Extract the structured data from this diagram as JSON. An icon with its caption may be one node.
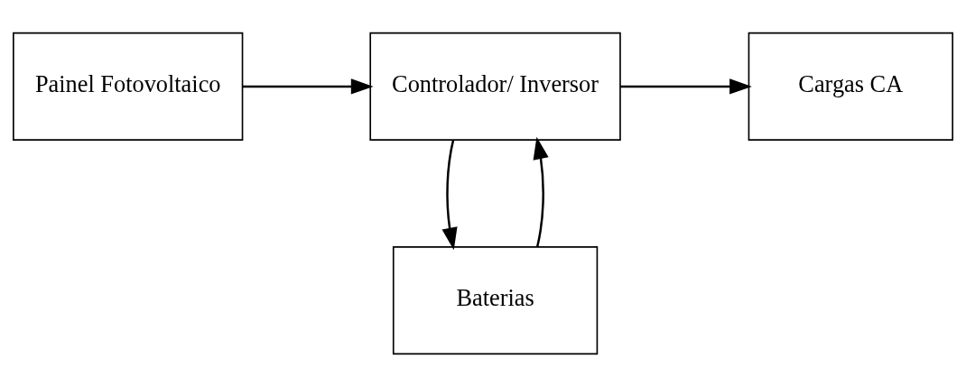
{
  "diagram": {
    "nodes": [
      {
        "text": [
          "Painel Fotovoltaico"
        ]
      },
      {
        "text": [
          "Controlador/ Inversor"
        ]
      },
      {
        "text": [
          "Cargas CA"
        ]
      },
      {
        "text": [
          "Baterias"
        ]
      }
    ],
    "edges": [
      {
        "from": 0,
        "to": 1,
        "arrow": "to"
      },
      {
        "from": 1,
        "to": 2,
        "arrow": "to"
      },
      {
        "from": 1,
        "to": 3,
        "arrow": "to"
      },
      {
        "from": 3,
        "to": 1,
        "arrow": "to"
      }
    ]
  }
}
